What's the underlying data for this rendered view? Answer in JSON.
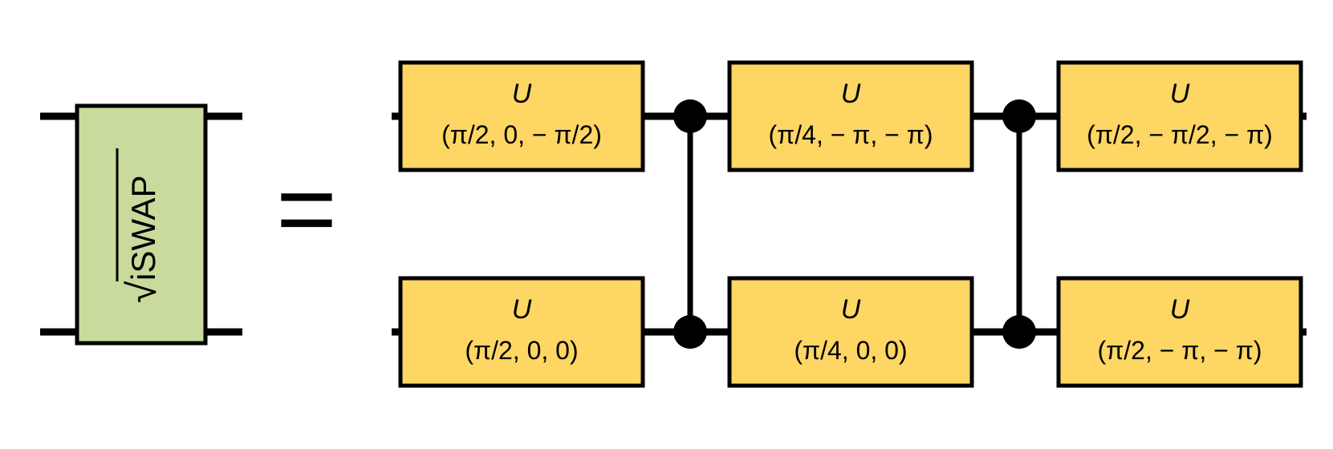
{
  "colors": {
    "lhs_gate_fill": "#c8da9c",
    "u_gate_fill": "#fdd664",
    "line": "#000000"
  },
  "lhs_gate": {
    "label": "iSWAP",
    "radical": "√"
  },
  "equals_sign": "=",
  "controls": [
    "control-1",
    "control-2"
  ],
  "gates": [
    {
      "name": "U",
      "params": "(π/2, 0, − π/2)"
    },
    {
      "name": "U",
      "params": "(π/4, − π, − π)"
    },
    {
      "name": "U",
      "params": "(π/2, − π/2, − π)"
    },
    {
      "name": "U",
      "params": "(π/2, 0, 0)"
    },
    {
      "name": "U",
      "params": "(π/4, 0, 0)"
    },
    {
      "name": "U",
      "params": "(π/2, − π, − π)"
    }
  ]
}
